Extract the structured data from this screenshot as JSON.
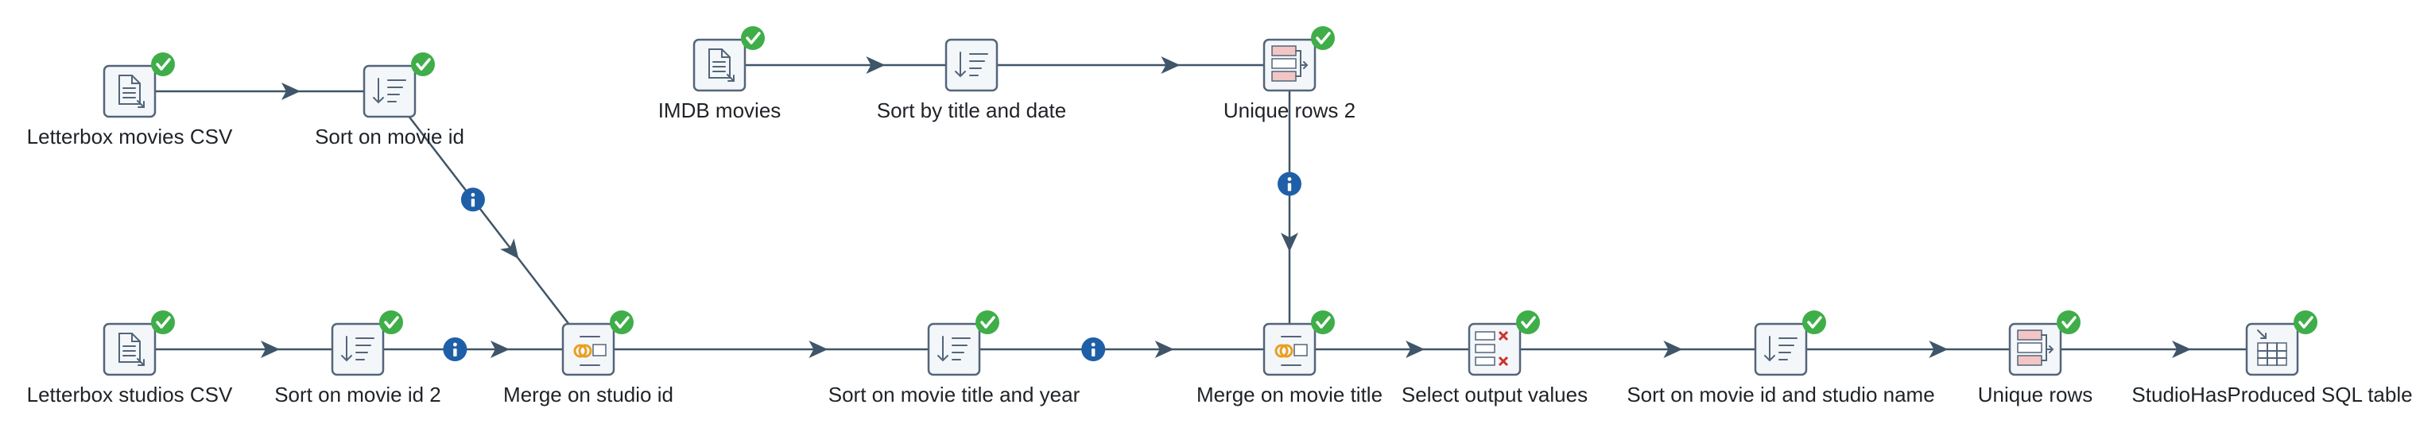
{
  "pipeline": {
    "steps": [
      {
        "id": "s1",
        "label": "Letterbox movies CSV",
        "type": "csv-input",
        "status": "success"
      },
      {
        "id": "s2",
        "label": "Sort on movie id",
        "type": "sort-rows",
        "status": "success"
      },
      {
        "id": "s3",
        "label": "IMDB movies",
        "type": "csv-input",
        "status": "success"
      },
      {
        "id": "s4",
        "label": "Sort by title and date",
        "type": "sort-rows",
        "status": "none"
      },
      {
        "id": "s5",
        "label": "Unique rows 2",
        "type": "unique-rows",
        "status": "success"
      },
      {
        "id": "s6",
        "label": "Letterbox studios CSV",
        "type": "csv-input",
        "status": "success"
      },
      {
        "id": "s7",
        "label": "Sort on movie id 2",
        "type": "sort-rows",
        "status": "success"
      },
      {
        "id": "s8",
        "label": "Merge on studio id",
        "type": "merge-join",
        "status": "success"
      },
      {
        "id": "s9",
        "label": "Sort on movie title and year",
        "type": "sort-rows",
        "status": "success"
      },
      {
        "id": "s10",
        "label": "Merge on movie title",
        "type": "merge-join",
        "status": "success"
      },
      {
        "id": "s11",
        "label": "Select output values",
        "type": "select-values",
        "status": "success"
      },
      {
        "id": "s12",
        "label": "Sort on movie id and studio name",
        "type": "sort-rows",
        "status": "success"
      },
      {
        "id": "s13",
        "label": "Unique rows",
        "type": "unique-rows",
        "status": "success"
      },
      {
        "id": "s14",
        "label": "StudioHasProduced SQL table",
        "type": "table-output",
        "status": "success"
      }
    ],
    "hops": [
      {
        "from": "s1",
        "to": "s2",
        "info": false
      },
      {
        "from": "s3",
        "to": "s4",
        "info": false
      },
      {
        "from": "s4",
        "to": "s5",
        "info": false
      },
      {
        "from": "s2",
        "to": "s8",
        "info": true
      },
      {
        "from": "s5",
        "to": "s10",
        "info": true
      },
      {
        "from": "s6",
        "to": "s7",
        "info": false
      },
      {
        "from": "s7",
        "to": "s8",
        "info": true
      },
      {
        "from": "s8",
        "to": "s9",
        "info": false
      },
      {
        "from": "s9",
        "to": "s10",
        "info": true
      },
      {
        "from": "s10",
        "to": "s11",
        "info": false
      },
      {
        "from": "s11",
        "to": "s12",
        "info": false
      },
      {
        "from": "s12",
        "to": "s13",
        "info": false
      },
      {
        "from": "s13",
        "to": "s14",
        "info": false
      }
    ]
  },
  "colors": {
    "hop": "#3f5569",
    "icon_border": "#53657a",
    "icon_bg": "#f4f7fa",
    "success": "#3fae49",
    "info": "#1f5fa8",
    "label": "#1f2328"
  }
}
